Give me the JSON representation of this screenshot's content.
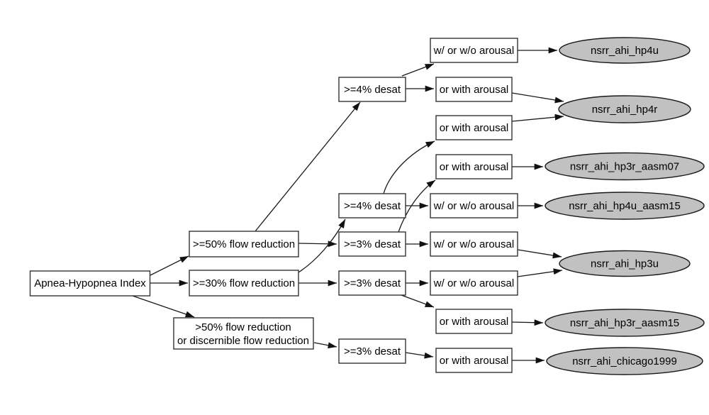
{
  "diagram": {
    "description": "Decision-tree flowchart mapping Apnea-Hypopnea Index definitions (flow reduction, desaturation, arousal criteria) to harmonized NSRR AHI variables",
    "colors": {
      "background": "#ffffff",
      "decision_box_fill": "#ffffff",
      "terminal_node_fill": "#c1c1c1",
      "stroke": "#1a1a1a"
    },
    "nodes": [
      {
        "id": "ahi",
        "shape": "box",
        "label": "Apnea-Hypopnea Index"
      },
      {
        "id": "flow50",
        "shape": "box",
        "label": ">=50% flow reduction"
      },
      {
        "id": "flow30",
        "shape": "box",
        "label": ">=30% flow reduction"
      },
      {
        "id": "flow50d",
        "shape": "box",
        "label": ">50% flow reduction or discernible flow reduction",
        "label_lines": [
          ">50% flow reduction",
          "or discernible flow reduction"
        ]
      },
      {
        "id": "desat4_top",
        "shape": "box",
        "label": ">=4% desat"
      },
      {
        "id": "desat4_mid",
        "shape": "box",
        "label": ">=4% desat"
      },
      {
        "id": "desat3_a",
        "shape": "box",
        "label": ">=3% desat"
      },
      {
        "id": "desat3_b",
        "shape": "box",
        "label": ">=3% desat"
      },
      {
        "id": "desat3_c",
        "shape": "box",
        "label": ">=3% desat"
      },
      {
        "id": "arousal_wo_1",
        "shape": "box",
        "label": "w/ or w/o arousal"
      },
      {
        "id": "arousal_w_1",
        "shape": "box",
        "label": "or with arousal"
      },
      {
        "id": "arousal_w_2",
        "shape": "box",
        "label": "or with arousal"
      },
      {
        "id": "arousal_w_3",
        "shape": "box",
        "label": "or with arousal"
      },
      {
        "id": "arousal_wo_2",
        "shape": "box",
        "label": "w/ or w/o arousal"
      },
      {
        "id": "arousal_wo_3",
        "shape": "box",
        "label": "w/ or w/o arousal"
      },
      {
        "id": "arousal_wo_4",
        "shape": "box",
        "label": "w/ or w/o arousal"
      },
      {
        "id": "arousal_w_4",
        "shape": "box",
        "label": "or with arousal"
      },
      {
        "id": "arousal_w_5",
        "shape": "box",
        "label": "or with arousal"
      },
      {
        "id": "hp4u",
        "shape": "ellipse",
        "label": "nsrr_ahi_hp4u"
      },
      {
        "id": "hp4r",
        "shape": "ellipse",
        "label": "nsrr_ahi_hp4r"
      },
      {
        "id": "hp3r_aasm07",
        "shape": "ellipse",
        "label": "nsrr_ahi_hp3r_aasm07"
      },
      {
        "id": "hp4u_aasm15",
        "shape": "ellipse",
        "label": "nsrr_ahi_hp4u_aasm15"
      },
      {
        "id": "hp3u",
        "shape": "ellipse",
        "label": "nsrr_ahi_hp3u"
      },
      {
        "id": "hp3r_aasm15",
        "shape": "ellipse",
        "label": "nsrr_ahi_hp3r_aasm15"
      },
      {
        "id": "chicago1999",
        "shape": "ellipse",
        "label": "nsrr_ahi_chicago1999"
      }
    ],
    "edges": [
      {
        "from": "ahi",
        "to": "flow50"
      },
      {
        "from": "ahi",
        "to": "flow30"
      },
      {
        "from": "ahi",
        "to": "flow50d"
      },
      {
        "from": "flow50",
        "to": "desat4_top"
      },
      {
        "from": "flow50",
        "to": "desat3_a"
      },
      {
        "from": "flow30",
        "to": "desat4_mid"
      },
      {
        "from": "flow30",
        "to": "desat3_b"
      },
      {
        "from": "flow50d",
        "to": "desat3_c"
      },
      {
        "from": "desat4_top",
        "to": "arousal_wo_1"
      },
      {
        "from": "desat4_top",
        "to": "arousal_w_1"
      },
      {
        "from": "desat4_mid",
        "to": "arousal_w_2"
      },
      {
        "from": "desat4_mid",
        "to": "arousal_wo_2"
      },
      {
        "from": "desat3_a",
        "to": "arousal_w_3"
      },
      {
        "from": "desat3_a",
        "to": "arousal_wo_3"
      },
      {
        "from": "desat3_b",
        "to": "arousal_wo_4"
      },
      {
        "from": "desat3_b",
        "to": "arousal_w_4"
      },
      {
        "from": "desat3_c",
        "to": "arousal_w_5"
      },
      {
        "from": "arousal_wo_1",
        "to": "hp4u"
      },
      {
        "from": "arousal_w_1",
        "to": "hp4r"
      },
      {
        "from": "arousal_w_2",
        "to": "hp4r"
      },
      {
        "from": "arousal_w_3",
        "to": "hp3r_aasm07"
      },
      {
        "from": "arousal_wo_2",
        "to": "hp4u_aasm15"
      },
      {
        "from": "arousal_wo_3",
        "to": "hp3u"
      },
      {
        "from": "arousal_wo_4",
        "to": "hp3u"
      },
      {
        "from": "arousal_w_4",
        "to": "hp3r_aasm15"
      },
      {
        "from": "arousal_w_5",
        "to": "chicago1999"
      }
    ]
  }
}
